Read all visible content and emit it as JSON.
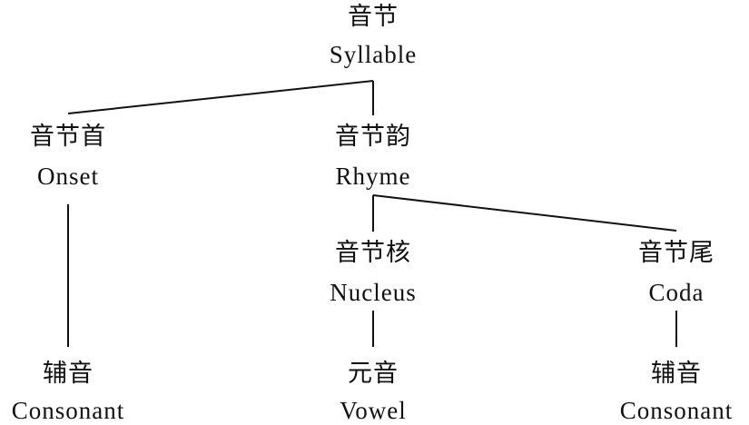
{
  "nodes": {
    "syllable": {
      "zh": "音节",
      "en": "Syllable"
    },
    "onset": {
      "zh": "音节首",
      "en": "Onset"
    },
    "rhyme": {
      "zh": "音节韵",
      "en": "Rhyme"
    },
    "nucleus": {
      "zh": "音节核",
      "en": "Nucleus"
    },
    "coda": {
      "zh": "音节尾",
      "en": "Coda"
    },
    "onset_child": {
      "zh": "辅音",
      "en": "Consonant"
    },
    "nucleus_child": {
      "zh": "元音",
      "en": "Vowel"
    },
    "coda_child": {
      "zh": "辅音",
      "en": "Consonant"
    }
  }
}
